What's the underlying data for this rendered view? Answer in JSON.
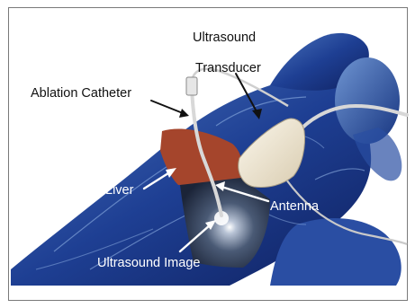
{
  "labels": {
    "ultrasound": "Ultrasound",
    "transducer": "Transducer",
    "ablation_catheter": "Ablation Catheter",
    "liver": "Liver",
    "antenna": "Antenna",
    "ultrasound_image": "Ultrasound Image"
  },
  "colors": {
    "body_blue": "#1e3f93",
    "body_dark": "#0f2160",
    "body_light": "#5a86c9",
    "liver": "#a5452c",
    "transducer": "#efe8d6",
    "sono_image": "#2c3a55",
    "frame_border": "#7a7a7a",
    "background": "#ffffff"
  }
}
